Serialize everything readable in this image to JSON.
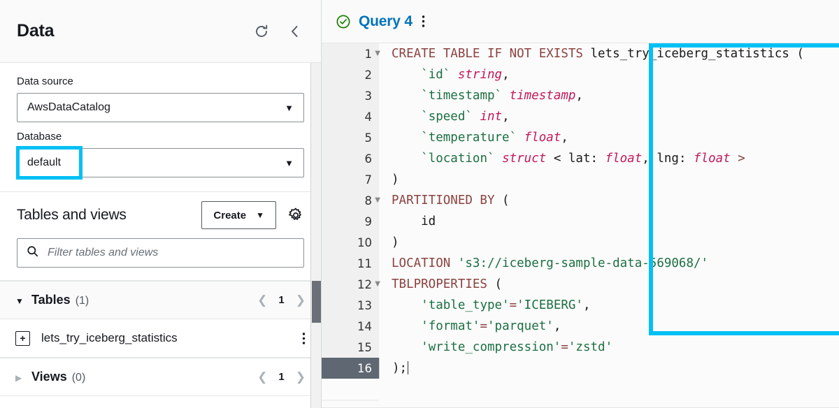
{
  "sidebar": {
    "title": "Data",
    "actions": [
      {
        "name": "refresh-icon",
        "label": "Refresh"
      },
      {
        "name": "collapse-panel-icon",
        "label": "Collapse"
      }
    ],
    "data_source": {
      "label": "Data source",
      "value": "AwsDataCatalog"
    },
    "database": {
      "label": "Database",
      "value": "default",
      "highlighted": true
    },
    "tables_and_views": {
      "title": "Tables and views",
      "create_label": "Create",
      "settings_label": "Preferences",
      "filter_placeholder": "Filter tables and views",
      "filter_value": ""
    },
    "groups": [
      {
        "name": "Tables",
        "count": "(1)",
        "expanded": true,
        "page": "1",
        "items": [
          {
            "name": "lets_try_iceberg_statistics"
          }
        ]
      },
      {
        "name": "Views",
        "count": "(0)",
        "expanded": false,
        "page": "1",
        "items": []
      }
    ]
  },
  "editor": {
    "tab": {
      "label": "Query 4",
      "status": "succeeded",
      "status_icon": "check-circle-icon",
      "menu_icon": "kebab-menu-icon"
    },
    "active_line": 16,
    "highlighted": true,
    "lines": [
      {
        "n": "1",
        "fold": true,
        "tokens": [
          {
            "t": "CREATE TABLE IF NOT EXISTS ",
            "c": "kw"
          },
          {
            "t": "lets_try_iceberg_statistics (",
            "c": "plain"
          }
        ]
      },
      {
        "n": "2",
        "fold": false,
        "tokens": [
          {
            "t": "    ",
            "c": "plain"
          },
          {
            "t": "`id`",
            "c": "ident"
          },
          {
            "t": " ",
            "c": "plain"
          },
          {
            "t": "string",
            "c": "typ"
          },
          {
            "t": ",",
            "c": "plain"
          }
        ]
      },
      {
        "n": "3",
        "fold": false,
        "tokens": [
          {
            "t": "    ",
            "c": "plain"
          },
          {
            "t": "`timestamp`",
            "c": "ident"
          },
          {
            "t": " ",
            "c": "plain"
          },
          {
            "t": "timestamp",
            "c": "typ"
          },
          {
            "t": ",",
            "c": "plain"
          }
        ]
      },
      {
        "n": "4",
        "fold": false,
        "tokens": [
          {
            "t": "    ",
            "c": "plain"
          },
          {
            "t": "`speed`",
            "c": "ident"
          },
          {
            "t": " ",
            "c": "plain"
          },
          {
            "t": "int",
            "c": "typ"
          },
          {
            "t": ",",
            "c": "plain"
          }
        ]
      },
      {
        "n": "5",
        "fold": false,
        "tokens": [
          {
            "t": "    ",
            "c": "plain"
          },
          {
            "t": "`temperature`",
            "c": "ident"
          },
          {
            "t": " ",
            "c": "plain"
          },
          {
            "t": "float",
            "c": "typ"
          },
          {
            "t": ",",
            "c": "plain"
          }
        ]
      },
      {
        "n": "6",
        "fold": false,
        "tokens": [
          {
            "t": "    ",
            "c": "plain"
          },
          {
            "t": "`location`",
            "c": "ident"
          },
          {
            "t": " ",
            "c": "plain"
          },
          {
            "t": "struct",
            "c": "typ"
          },
          {
            "t": " < lat: ",
            "c": "plain"
          },
          {
            "t": "float",
            "c": "typ"
          },
          {
            "t": ", lng: ",
            "c": "plain"
          },
          {
            "t": "float",
            "c": "typ"
          },
          {
            "t": " ",
            "c": "plain"
          },
          {
            "t": ">",
            "c": "op"
          }
        ]
      },
      {
        "n": "7",
        "fold": false,
        "tokens": [
          {
            "t": ")",
            "c": "plain"
          }
        ]
      },
      {
        "n": "8",
        "fold": true,
        "tokens": [
          {
            "t": "PARTITIONED BY",
            "c": "kw"
          },
          {
            "t": " (",
            "c": "plain"
          }
        ]
      },
      {
        "n": "9",
        "fold": false,
        "tokens": [
          {
            "t": "    id",
            "c": "plain"
          }
        ]
      },
      {
        "n": "10",
        "fold": false,
        "tokens": [
          {
            "t": ")",
            "c": "plain"
          }
        ]
      },
      {
        "n": "11",
        "fold": false,
        "tokens": [
          {
            "t": "LOCATION",
            "c": "kw"
          },
          {
            "t": " ",
            "c": "plain"
          },
          {
            "t": "'s3://iceberg-sample-data-569068/'",
            "c": "str"
          }
        ]
      },
      {
        "n": "12",
        "fold": true,
        "tokens": [
          {
            "t": "TBLPROPERTIES",
            "c": "kw"
          },
          {
            "t": " (",
            "c": "plain"
          }
        ]
      },
      {
        "n": "13",
        "fold": false,
        "tokens": [
          {
            "t": "    ",
            "c": "plain"
          },
          {
            "t": "'table_type'",
            "c": "str"
          },
          {
            "t": "=",
            "c": "op"
          },
          {
            "t": "'ICEBERG'",
            "c": "str"
          },
          {
            "t": ",",
            "c": "plain"
          }
        ]
      },
      {
        "n": "14",
        "fold": false,
        "tokens": [
          {
            "t": "    ",
            "c": "plain"
          },
          {
            "t": "'format'",
            "c": "str"
          },
          {
            "t": "=",
            "c": "op"
          },
          {
            "t": "'parquet'",
            "c": "str"
          },
          {
            "t": ",",
            "c": "plain"
          }
        ]
      },
      {
        "n": "15",
        "fold": false,
        "tokens": [
          {
            "t": "    ",
            "c": "plain"
          },
          {
            "t": "'write_compression'",
            "c": "str"
          },
          {
            "t": "=",
            "c": "op"
          },
          {
            "t": "'zstd'",
            "c": "str"
          }
        ]
      },
      {
        "n": "16",
        "fold": false,
        "active": true,
        "cursor": true,
        "tokens": [
          {
            "t": ");",
            "c": "plain"
          }
        ]
      }
    ],
    "sql_text": "CREATE TABLE IF NOT EXISTS lets_try_iceberg_statistics (\n    `id` string,\n    `timestamp` timestamp,\n    `speed` int,\n    `temperature` float,\n    `location` struct < lat: float, lng: float >\n)\nPARTITIONED BY (\n    id\n)\nLOCATION 's3://iceberg-sample-data-569068/'\nTBLPROPERTIES (\n    'table_type'='ICEBERG',\n    'format'='parquet',\n    'write_compression'='zstd'\n);"
  },
  "colors": {
    "highlight": "#00c0f5",
    "link": "#0073bb",
    "success": "#1d8102",
    "keyword": "#8b4341",
    "identifier": "#1d6f42",
    "type": "#c2185b",
    "string": "#1d6f42",
    "active_gutter": "#5e6772"
  }
}
